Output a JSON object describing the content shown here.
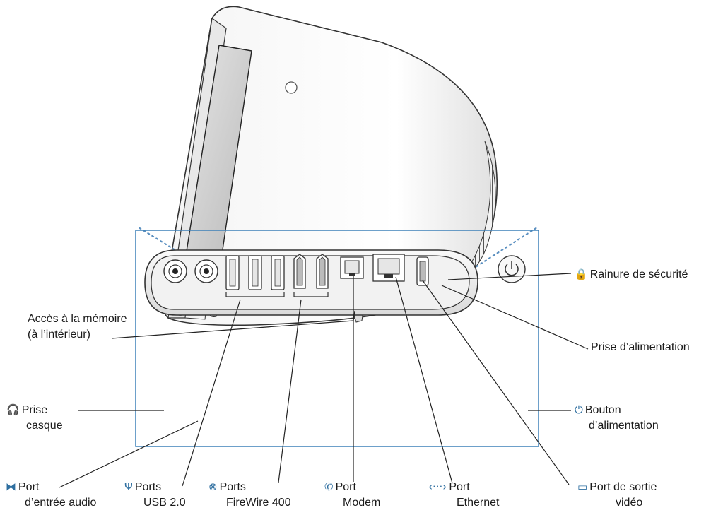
{
  "labels": {
    "memory_1": "Accès à la mémoire",
    "memory_2": "(à l’intérieur)",
    "security": "Rainure de sécurité",
    "power_socket": "Prise d’alimentation",
    "headphone_1": "Prise",
    "headphone_2": "casque",
    "power_button_1": "Bouton",
    "power_button_2": "d’alimentation",
    "audio_in_1": "Port",
    "audio_in_2": "d’entrée audio",
    "usb_1": "Ports",
    "usb_2": "USB 2.0",
    "firewire_1": "Ports",
    "firewire_2": "FireWire 400",
    "modem_1": "Port",
    "modem_2": "Modem",
    "ethernet_1": "Port",
    "ethernet_2": "Ethernet",
    "video_1": "Port de sortie",
    "video_2": "vidéo"
  },
  "icons": {
    "headphone": "🎧",
    "audio_in": "⧓",
    "usb": "Ψ",
    "firewire": "⊗",
    "modem": "✆",
    "ethernet": "‹···›",
    "video": "▭",
    "power": "⏻",
    "security": "🔒"
  },
  "colors": {
    "accent": "#2f6fa0",
    "dotted": "#5a8fc0",
    "panel_border": "#3d80b8"
  }
}
